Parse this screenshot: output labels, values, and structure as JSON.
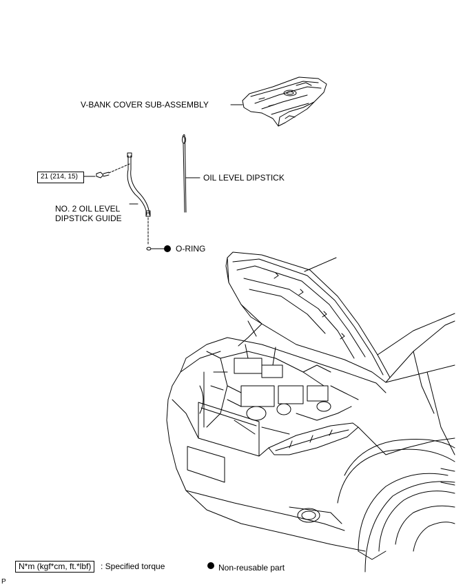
{
  "labels": {
    "v_bank_cover": "V-BANK COVER SUB-ASSEMBLY",
    "oil_level_dipstick": "OIL LEVEL DIPSTICK",
    "dipstick_guide_line1": "NO. 2 OIL LEVEL",
    "dipstick_guide_line2": "DIPSTICK GUIDE",
    "o_ring": "O-RING",
    "torque_value": "21 (214, 15)"
  },
  "legend": {
    "torque_unit": "N*m (kgf*cm, ft.*lbf)",
    "torque_desc": ": Specified torque",
    "non_reusable": "Non-reusable part"
  },
  "corner_mark": "P"
}
